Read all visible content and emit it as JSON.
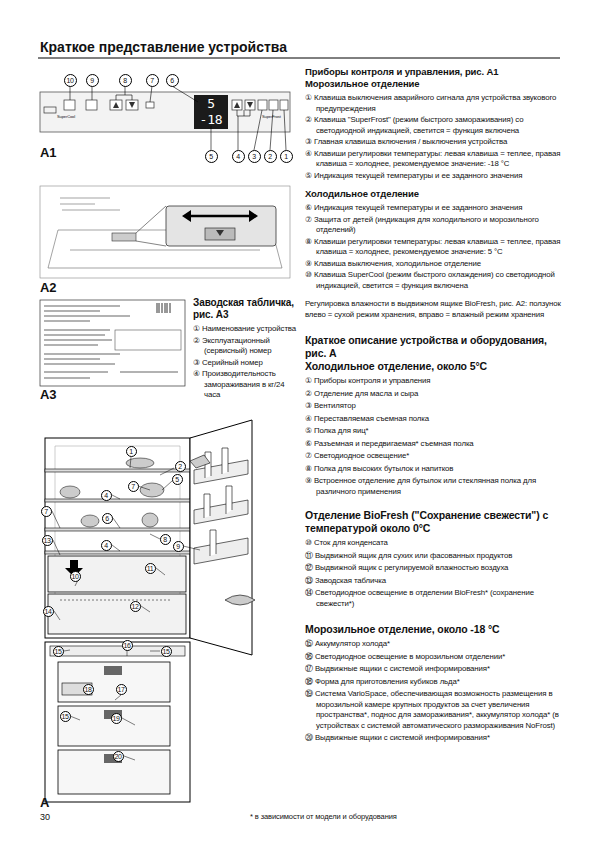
{
  "diagram": {
    "title": "Краткое представление устройства",
    "nodes": [
      {
        "text": [
          "10"
        ]
      },
      {
        "text": [
          "9"
        ]
      },
      {
        "text": [
          "8"
        ]
      },
      {
        "text": [
          "7"
        ]
      },
      {
        "text": [
          "6"
        ]
      },
      {
        "text": [
          "5"
        ]
      },
      {
        "text": [
          "4"
        ]
      },
      {
        "text": [
          "3"
        ]
      },
      {
        "text": [
          "2"
        ]
      },
      {
        "text": [
          "1"
        ]
      },
      {
        "text": [
          "1"
        ]
      },
      {
        "text": [
          "2"
        ]
      },
      {
        "text": [
          "5"
        ]
      },
      {
        "text": [
          "7"
        ]
      },
      {
        "text": [
          "4"
        ]
      },
      {
        "text": [
          "7"
        ]
      },
      {
        "text": [
          "6"
        ]
      },
      {
        "text": [
          "4"
        ]
      },
      {
        "text": [
          "8"
        ]
      },
      {
        "text": [
          "9"
        ]
      },
      {
        "text": [
          "13"
        ]
      },
      {
        "text": [
          "10"
        ]
      },
      {
        "text": [
          "11"
        ]
      },
      {
        "text": [
          "14"
        ]
      },
      {
        "text": [
          "12"
        ]
      },
      {
        "text": [
          "16"
        ]
      },
      {
        "text": [
          "15"
        ]
      },
      {
        "text": [
          "15"
        ]
      },
      {
        "text": [
          "18"
        ]
      },
      {
        "text": [
          "17"
        ]
      },
      {
        "text": [
          "15"
        ]
      },
      {
        "text": [
          "19"
        ]
      },
      {
        "text": [
          "20"
        ]
      }
    ],
    "labels": [
      "A1",
      "5",
      "-18",
      "SuperFrost",
      "SuperCool",
      "A2",
      "Заводская табличка, рис. A3",
      "① Наименование устройства",
      "② Эксплуатационный (сервисный) номер",
      "③ Серийный номер",
      "④ Производительность замораживания в кг/24 часа",
      "A3",
      "Приборы контроля и управления, рис. A1",
      "Морозильное отделение",
      "① Клавиша выключения аварийного сигнала для устройства звукового предупреждения",
      "② Клавиша \"SuperFrost\" (режим быстрого замораживания) со светодиодной индикацией, светится = функция включена",
      "③ Главная клавиша включения / выключения устройства",
      "④ Клавиши регулировки температуры: левая клавиша = теплее, правая клавиша = холоднее, рекомендуемое значение: -18 °C",
      "⑤ Индикация текущей температуры и ее заданного значения",
      "Холодильное отделение",
      "⑥ Индикация текущей температуры и ее заданного значения",
      "⑦ Защита от детей (индикация для холодильного и морозильного отделений)",
      "⑧ Клавиши регулировки температуры: левая клавиша = теплее, правая клавиша = холоднее, рекомендуемое значение: 5 °C",
      "⑨ Клавиша выключения, холодильное отделение",
      "⑩ Клавиша SuperCool (режим быстрого охлаждения) со светодиодной индикацией, светится = функция включена",
      "Регулировка влажности в выдвижном ящике BioFresh, рис. A2: ползунок влево = сухой режим хранения, вправо = влажный режим хранения",
      "Краткое описание устройства и оборудования, рис. A",
      "Холодильное отделение, около 5°C",
      "① Приборы контроля и управления",
      "② Отделение для масла и сыра",
      "③ Вентилятор",
      "④ Переставляемая съемная полка",
      "⑤ Полка для яиц*",
      "⑥ Разъемная и передвигаемая* съемная полка",
      "⑦ Светодиодное освещение*",
      "⑧ Полка для высоких бутылок и напитков",
      "⑨ Встроенное отделение для бутылок или стеклянная полка для различного применения",
      "Отделение BioFresh (\"Сохранение свежести\") с температурой около 0°C",
      "⑩ Сток для конденсата",
      "⑪ Выдвижной ящик для сухих или фасованных продуктов",
      "⑫ Выдвижной ящик с регулируемой влажностью воздуха",
      "⑬ Заводская табличка",
      "⑭ Светодиодное освещение в отделении BioFresh* (сохранение свежести*)",
      "Морозильное отделение, около -18 °C",
      "⑮ Аккумулятор холода*",
      "⑯ Светодиодное освещение в морозильном отделении*",
      "⑰ Выдвижные ящики с системой информирования*",
      "⑱ Форма для приготовления кубиков льда*",
      "⑲ Система VarioSpace, обеспечивающая возможность размещения в морозильной камере крупных продуктов за счет увеличения пространства*, поднос для замораживания*, аккумулятор холода* (в устройствах с системой автоматического размораживания NoFrost)",
      "⑳ Выдвижные ящики с системой информирования*",
      "A",
      "30",
      "* в зависимости от модели и оборудования"
    ]
  }
}
